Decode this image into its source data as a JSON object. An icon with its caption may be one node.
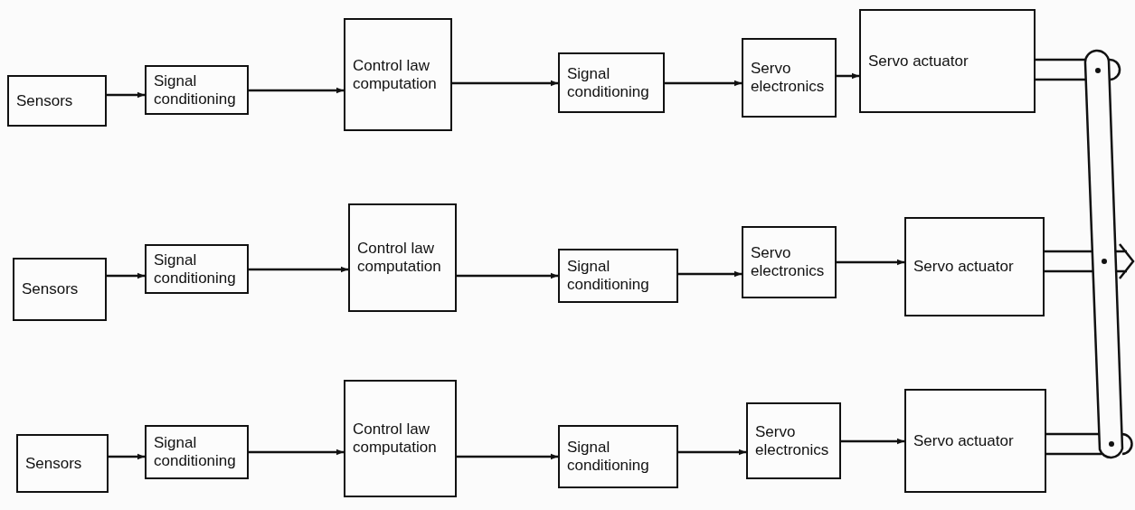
{
  "diagram": {
    "nodes": [
      {
        "text": [
          "Sensors"
        ]
      },
      {
        "text": [
          "Signal conditioning"
        ]
      },
      {
        "text": [
          "Control law computation"
        ]
      },
      {
        "text": [
          "Signal conditioning"
        ]
      },
      {
        "text": [
          "Servo electronics"
        ]
      },
      {
        "text": [
          "Servo actuator"
        ]
      },
      {
        "text": [
          "Sensors"
        ]
      },
      {
        "text": [
          "Signal conditioning"
        ]
      },
      {
        "text": [
          "Control law computation"
        ]
      },
      {
        "text": [
          "Signal conditioning"
        ]
      },
      {
        "text": [
          "Servo electronics"
        ]
      },
      {
        "text": [
          "Servo actuator"
        ]
      },
      {
        "text": [
          "Sensors"
        ]
      },
      {
        "text": [
          "Signal conditioning"
        ]
      },
      {
        "text": [
          "Control law computation"
        ]
      },
      {
        "text": [
          "Signal conditioning"
        ]
      },
      {
        "text": [
          "Servo electronics"
        ]
      },
      {
        "text": [
          "Servo actuator"
        ]
      }
    ],
    "edges": [
      {
        "from": 0,
        "to": 1,
        "arrow": "to"
      },
      {
        "from": 1,
        "to": 2,
        "arrow": "to"
      },
      {
        "from": 2,
        "to": 3,
        "arrow": "to"
      },
      {
        "from": 3,
        "to": 4,
        "arrow": "to"
      },
      {
        "from": 4,
        "to": 5,
        "arrow": "to"
      },
      {
        "from": 6,
        "to": 7,
        "arrow": "to"
      },
      {
        "from": 7,
        "to": 8,
        "arrow": "to"
      },
      {
        "from": 8,
        "to": 9,
        "arrow": "to"
      },
      {
        "from": 9,
        "to": 10,
        "arrow": "to"
      },
      {
        "from": 10,
        "to": 11,
        "arrow": "to"
      },
      {
        "from": 12,
        "to": 13,
        "arrow": "to"
      },
      {
        "from": 13,
        "to": 14,
        "arrow": "to"
      },
      {
        "from": 14,
        "to": 15,
        "arrow": "to"
      },
      {
        "from": 15,
        "to": 16,
        "arrow": "to"
      },
      {
        "from": 16,
        "to": 17,
        "arrow": "to"
      }
    ]
  }
}
